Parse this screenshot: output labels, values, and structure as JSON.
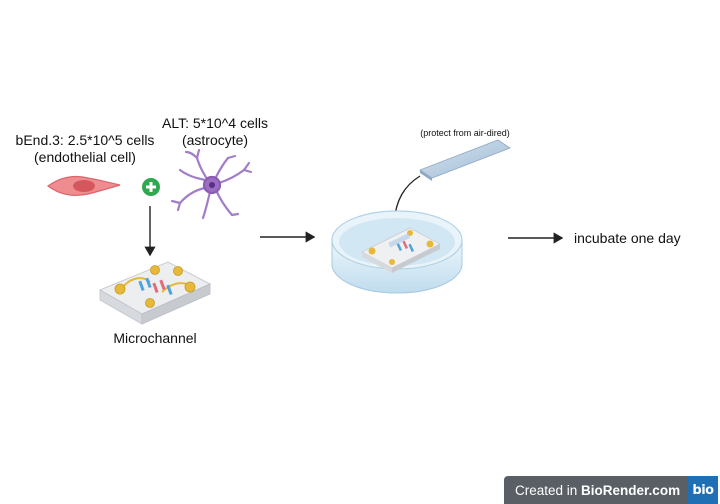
{
  "labels": {
    "bend3_line1": "bEnd.3: 2.5*10^5 cells",
    "bend3_line2": "(endothelial cell)",
    "alt_line1": "ALT: 5*10^4 cells",
    "alt_line2": "(astrocyte)",
    "microchannel": "Microchannel",
    "protect": "(protect from air-dired)",
    "incubate": "incubate one day"
  },
  "watermark": {
    "prefix": "Created in ",
    "brand": "BioRender.com",
    "logo": "bio"
  },
  "colors": {
    "endothelial_cell": "#e8767a",
    "astrocyte": "#9b6fc0",
    "plus_badge": "#2fa84f",
    "chip_body": "#e9eaec",
    "chip_well": "#e6b93a",
    "petri_liquid": "#cfe6f3",
    "slide": "#bcd2e6",
    "watermark_bg": "#5a5f66",
    "logo_bg": "#1f6fb5"
  },
  "icons": [
    "endothelial-cell-icon",
    "astrocyte-icon",
    "plus-icon",
    "microchannel-chip-icon",
    "petri-dish-icon",
    "glass-slide-icon"
  ]
}
